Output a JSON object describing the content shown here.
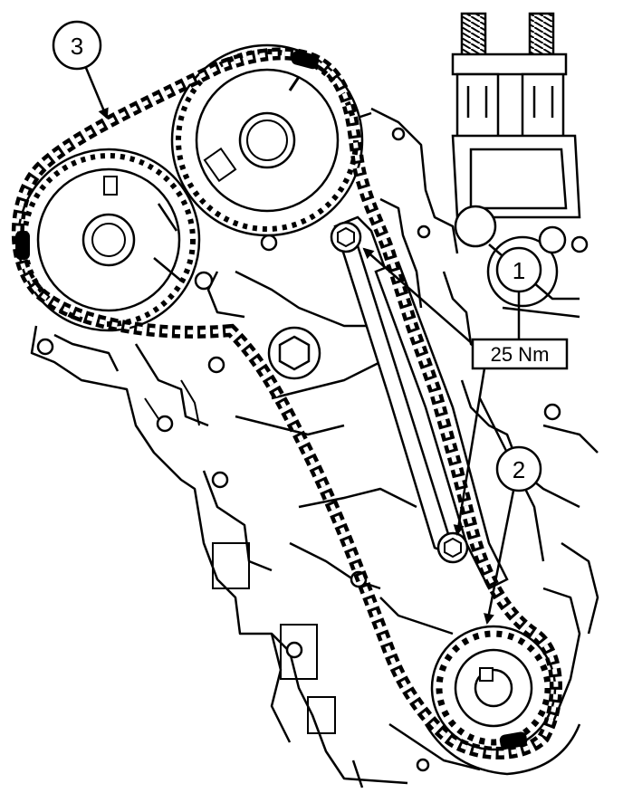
{
  "diagram": {
    "callouts": [
      {
        "id": "1",
        "label": "1"
      },
      {
        "id": "2",
        "label": "2"
      },
      {
        "id": "3",
        "label": "3"
      }
    ],
    "torque_label": "25 Nm",
    "colors": {
      "ink": "#000000",
      "paper": "#ffffff",
      "dark_link": "#000000"
    }
  }
}
